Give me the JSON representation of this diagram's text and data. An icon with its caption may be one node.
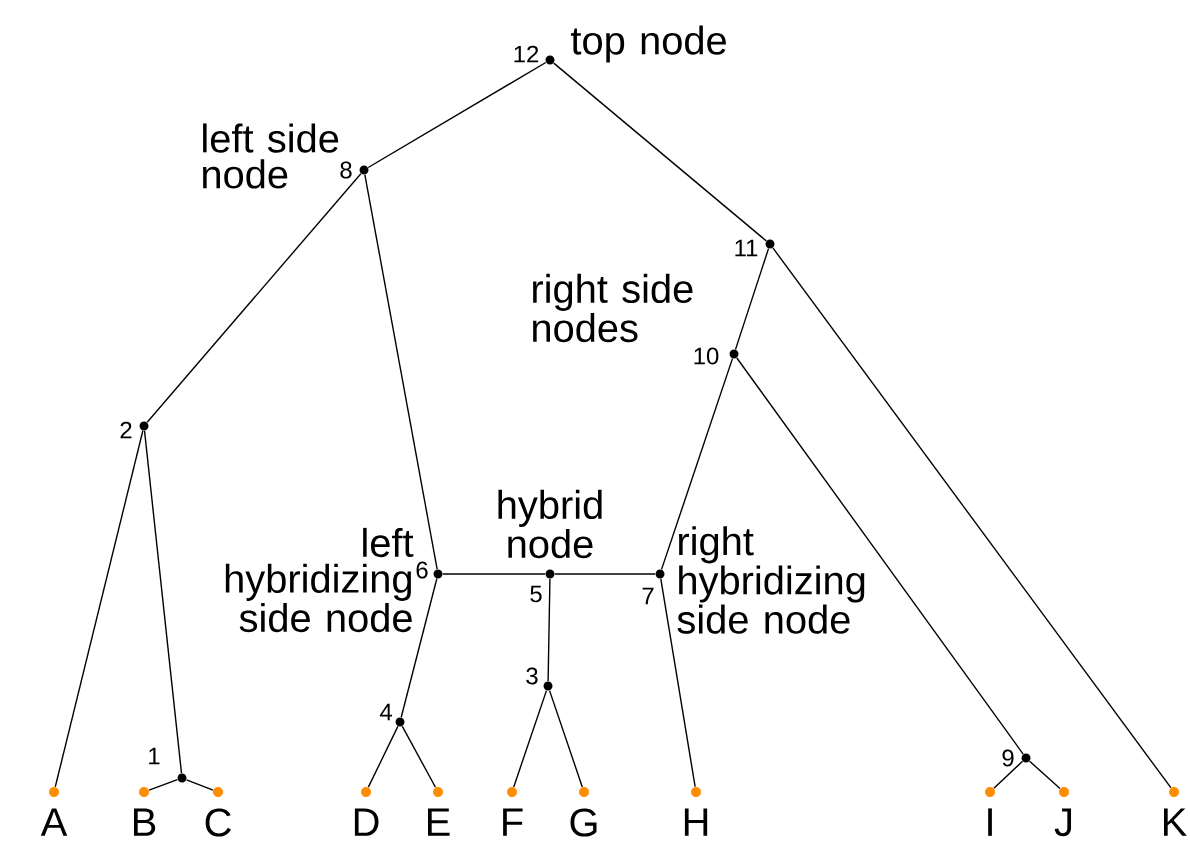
{
  "diagram": {
    "nodes": [
      {
        "text": [
          "12"
        ],
        "beside": [
          "top node"
        ]
      },
      {
        "text": [
          "8"
        ],
        "beside": [
          "left side node"
        ]
      },
      {
        "text": [
          "11"
        ]
      },
      {
        "text": [
          "10"
        ]
      },
      {
        "text": [
          "2"
        ]
      },
      {
        "text": [
          "6"
        ],
        "beside": [
          "left hybridizing side node"
        ]
      },
      {
        "text": [
          "5"
        ],
        "beside": [
          "hybrid node"
        ]
      },
      {
        "text": [
          "7"
        ],
        "beside": [
          "right hybridizing side node"
        ]
      },
      {
        "text": [
          "4"
        ]
      },
      {
        "text": [
          "3"
        ]
      },
      {
        "text": [
          "1"
        ]
      },
      {
        "text": [
          "9"
        ]
      },
      {
        "text": [
          "A"
        ]
      },
      {
        "text": [
          "B"
        ]
      },
      {
        "text": [
          "C"
        ]
      },
      {
        "text": [
          "D"
        ]
      },
      {
        "text": [
          "E"
        ]
      },
      {
        "text": [
          "F"
        ]
      },
      {
        "text": [
          "G"
        ]
      },
      {
        "text": [
          "H"
        ]
      },
      {
        "text": [
          "I"
        ]
      },
      {
        "text": [
          "J"
        ]
      },
      {
        "text": [
          "K"
        ]
      }
    ],
    "edges": [
      {
        "from": 0,
        "to": 1,
        "arrow": "none"
      },
      {
        "from": 0,
        "to": 2,
        "arrow": "none"
      },
      {
        "from": 1,
        "to": 4,
        "arrow": "none"
      },
      {
        "from": 1,
        "to": 5,
        "arrow": "none"
      },
      {
        "from": 2,
        "to": 3,
        "arrow": "none"
      },
      {
        "from": 2,
        "to": 22,
        "arrow": "none"
      },
      {
        "from": 3,
        "to": 7,
        "arrow": "none"
      },
      {
        "from": 3,
        "to": 11,
        "arrow": "none"
      },
      {
        "from": 4,
        "to": 12,
        "arrow": "none"
      },
      {
        "from": 4,
        "to": 10,
        "arrow": "none"
      },
      {
        "from": 10,
        "to": 13,
        "arrow": "none"
      },
      {
        "from": 10,
        "to": 14,
        "arrow": "none"
      },
      {
        "from": 5,
        "to": 8,
        "arrow": "none"
      },
      {
        "from": 5,
        "to": 6,
        "arrow": "none"
      },
      {
        "from": 7,
        "to": 6,
        "arrow": "none"
      },
      {
        "from": 6,
        "to": 9,
        "arrow": "none"
      },
      {
        "from": 8,
        "to": 15,
        "arrow": "none"
      },
      {
        "from": 8,
        "to": 16,
        "arrow": "none"
      },
      {
        "from": 9,
        "to": 17,
        "arrow": "none"
      },
      {
        "from": 9,
        "to": 18,
        "arrow": "none"
      },
      {
        "from": 7,
        "to": 19,
        "arrow": "none"
      },
      {
        "from": 11,
        "to": 20,
        "arrow": "none"
      },
      {
        "from": 11,
        "to": 21,
        "arrow": "none"
      }
    ],
    "labels": [
      "right side nodes"
    ]
  }
}
